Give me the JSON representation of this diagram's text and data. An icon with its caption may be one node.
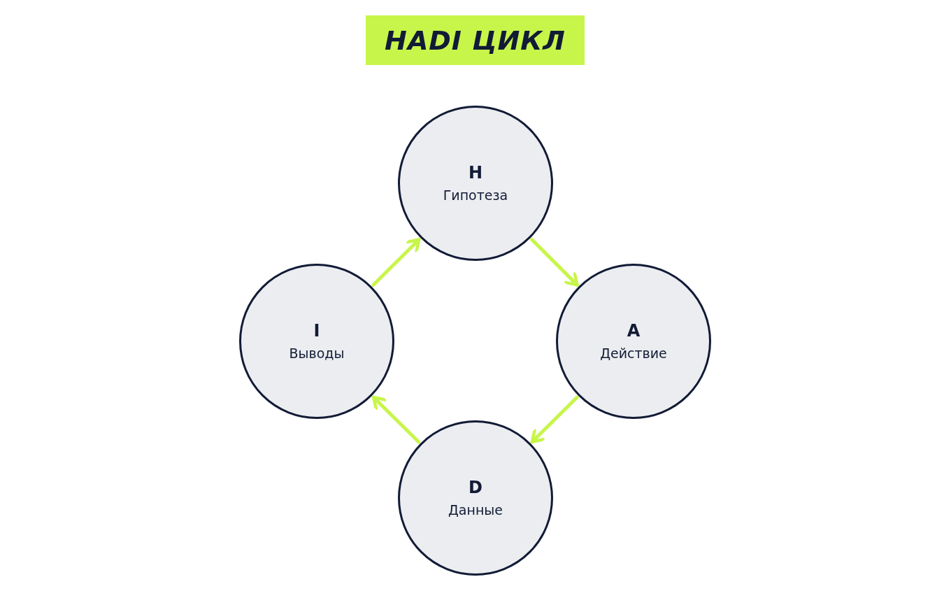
{
  "diagram": {
    "title": "HADI ЦИКЛ",
    "nodes": [
      {
        "text": [
          "H",
          "Гипотеза"
        ]
      },
      {
        "text": [
          "A",
          "Действие"
        ]
      },
      {
        "text": [
          "D",
          "Данные"
        ]
      },
      {
        "text": [
          "I",
          "Выводы"
        ]
      }
    ],
    "edges": [
      {
        "from": 0,
        "to": 1,
        "arrow": "to"
      },
      {
        "from": 1,
        "to": 2,
        "arrow": "to"
      },
      {
        "from": 2,
        "to": 3,
        "arrow": "to"
      },
      {
        "from": 3,
        "to": 0,
        "arrow": "to"
      }
    ]
  }
}
